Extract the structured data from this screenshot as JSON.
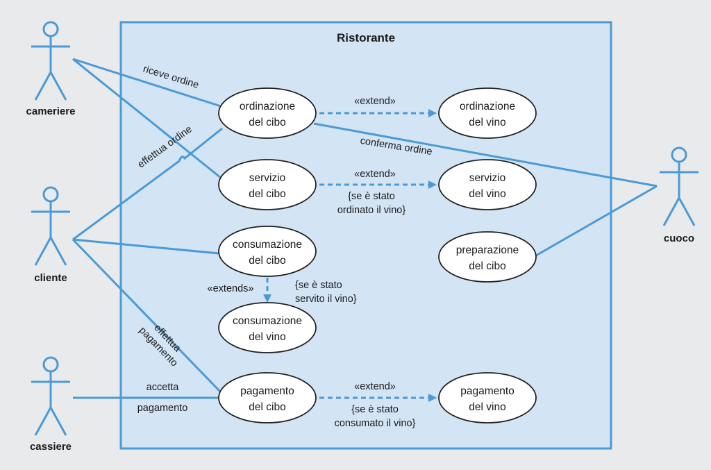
{
  "diagram": {
    "system_title": "Ristorante",
    "colors": {
      "line": "#4a9ad6",
      "system_fill": "#d3e4f4",
      "system_border": "#4a9ad6",
      "ellipse_fill": "#ffffff",
      "ellipse_border": "#222222",
      "background": "#e9eaec"
    },
    "actors": [
      {
        "id": "cameriere",
        "label": "cameriere"
      },
      {
        "id": "cliente",
        "label": "cliente"
      },
      {
        "id": "cassiere",
        "label": "cassiere"
      },
      {
        "id": "cuoco",
        "label": "cuoco"
      }
    ],
    "use_cases": [
      {
        "id": "ord-cibo",
        "lines": [
          "ordinazione",
          "del cibo"
        ]
      },
      {
        "id": "ord-vino",
        "lines": [
          "ordinazione",
          "del vino"
        ]
      },
      {
        "id": "serv-cibo",
        "lines": [
          "servizio",
          "del cibo"
        ]
      },
      {
        "id": "serv-vino",
        "lines": [
          "servizio",
          "del vino"
        ]
      },
      {
        "id": "cons-cibo",
        "lines": [
          "consumazione",
          "del cibo"
        ]
      },
      {
        "id": "prep-cibo",
        "lines": [
          "preparazione",
          "del cibo"
        ]
      },
      {
        "id": "cons-vino",
        "lines": [
          "consumazione",
          "del vino"
        ]
      },
      {
        "id": "pag-cibo",
        "lines": [
          "pagamento",
          "del cibo"
        ]
      },
      {
        "id": "pag-vino",
        "lines": [
          "pagamento",
          "del vino"
        ]
      }
    ],
    "associations": [
      {
        "from": "cameriere",
        "to": "ord-cibo",
        "label": [
          "riceve ordine"
        ]
      },
      {
        "from": "cameriere",
        "to": "serv-cibo",
        "label": []
      },
      {
        "from": "cliente",
        "to": "ord-cibo",
        "label": [
          "effettua  ordine"
        ]
      },
      {
        "from": "cliente",
        "to": "cons-cibo",
        "label": []
      },
      {
        "from": "cliente",
        "to": "pag-cibo",
        "label": [
          "effettua",
          "pagamento"
        ]
      },
      {
        "from": "cassiere",
        "to": "pag-cibo",
        "label": [
          "accetta",
          "pagamento"
        ]
      },
      {
        "from": "ord-cibo",
        "to": "cuoco",
        "label": [
          "conferma ordine"
        ]
      },
      {
        "from": "prep-cibo",
        "to": "cuoco",
        "label": []
      }
    ],
    "extends": [
      {
        "from": "ord-cibo",
        "to": "ord-vino",
        "stereotype": "«extend»",
        "condition": []
      },
      {
        "from": "serv-cibo",
        "to": "serv-vino",
        "stereotype": "«extend»",
        "condition": [
          "{se è stato",
          "ordinato il vino}"
        ]
      },
      {
        "from": "cons-cibo",
        "to": "cons-vino",
        "stereotype": "«extends»",
        "condition": [
          "{se è stato",
          "servito il vino}"
        ]
      },
      {
        "from": "pag-cibo",
        "to": "pag-vino",
        "stereotype": "«extend»",
        "condition": [
          "{se è stato",
          "consumato il vino}"
        ]
      }
    ]
  }
}
